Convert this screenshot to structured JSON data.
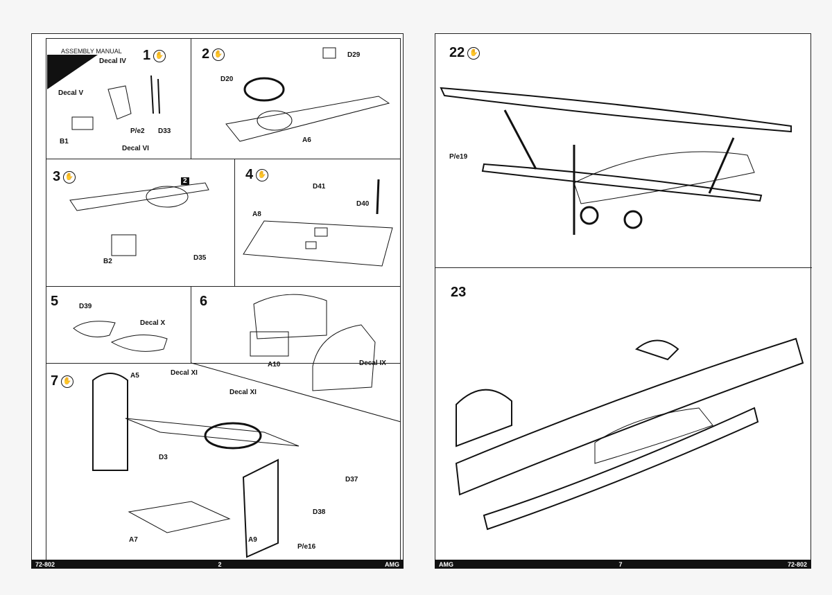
{
  "document": {
    "title": "Assembly Manual",
    "left_page": {
      "header_label": "ASSEMBLY MANUAL",
      "steps": [
        {
          "number": "1",
          "labels": [
            "Decal IV",
            "Decal V",
            "B1",
            "P/e2",
            "D33",
            "Decal VI"
          ]
        },
        {
          "number": "2",
          "labels": [
            "D20",
            "D29",
            "A6"
          ]
        },
        {
          "number": "3",
          "labels": [
            "B2",
            "D35"
          ],
          "sub_badge": "2"
        },
        {
          "number": "4",
          "labels": [
            "D41",
            "D40",
            "A8"
          ]
        },
        {
          "number": "5",
          "labels": [
            "D39",
            "Decal X"
          ]
        },
        {
          "number": "6",
          "labels": [
            "A10",
            "Decal IX"
          ]
        },
        {
          "number": "7",
          "labels": [
            "A5",
            "Decal XI",
            "Decal XI",
            "D3",
            "D37",
            "D38",
            "A7",
            "A9",
            "P/e16"
          ]
        }
      ],
      "footer": {
        "code": "72-802",
        "page": "2",
        "brand": "AMG"
      }
    },
    "right_page": {
      "steps": [
        {
          "number": "22",
          "labels": [
            "P/e19"
          ]
        },
        {
          "number": "23",
          "labels": []
        }
      ],
      "footer": {
        "brand": "AMG",
        "page": "7",
        "code": "72-802"
      }
    }
  }
}
